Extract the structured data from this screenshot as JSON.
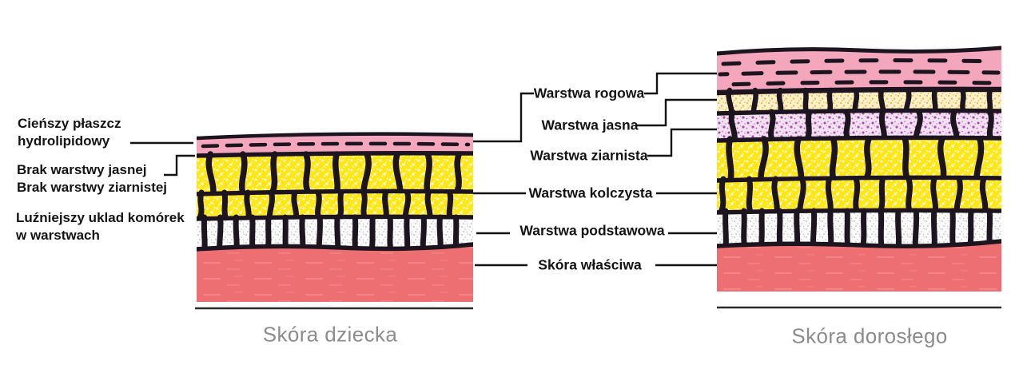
{
  "left_annotations": [
    {
      "lines": [
        "Cieńszy płaszcz",
        "hydrolipidowy"
      ]
    },
    {
      "lines": [
        "Brak warstwy jasnej",
        "Brak warstwy ziarnistej"
      ]
    },
    {
      "lines": [
        "Luźniejszy uklad komórek",
        "w warstwach"
      ]
    }
  ],
  "layer_labels": [
    "Warstwa rogowa",
    "Warstwa jasna",
    "Warstwa ziarnista",
    "Warstwa kolczysta",
    "Warstwa podstawowa",
    "Skóra właściwa"
  ],
  "captions": {
    "child": "Skóra dziecka",
    "adult": "Skóra dorosłego"
  },
  "colors": {
    "pink": "#f3a6bc",
    "yellow": "#ffe616",
    "orange_base": "#fdf2cc",
    "orange_dot": "#eeb23d",
    "purple_base": "#f2e1f1",
    "purple_dot": "#a23fa8",
    "gray_base": "#fafafa",
    "gray_dot": "#aeaeae",
    "dermis": "#ed6f72",
    "dermis_streak": "#f49092",
    "outline": "#1c141f",
    "line": "#121212",
    "caption": "#8c8c8c"
  }
}
